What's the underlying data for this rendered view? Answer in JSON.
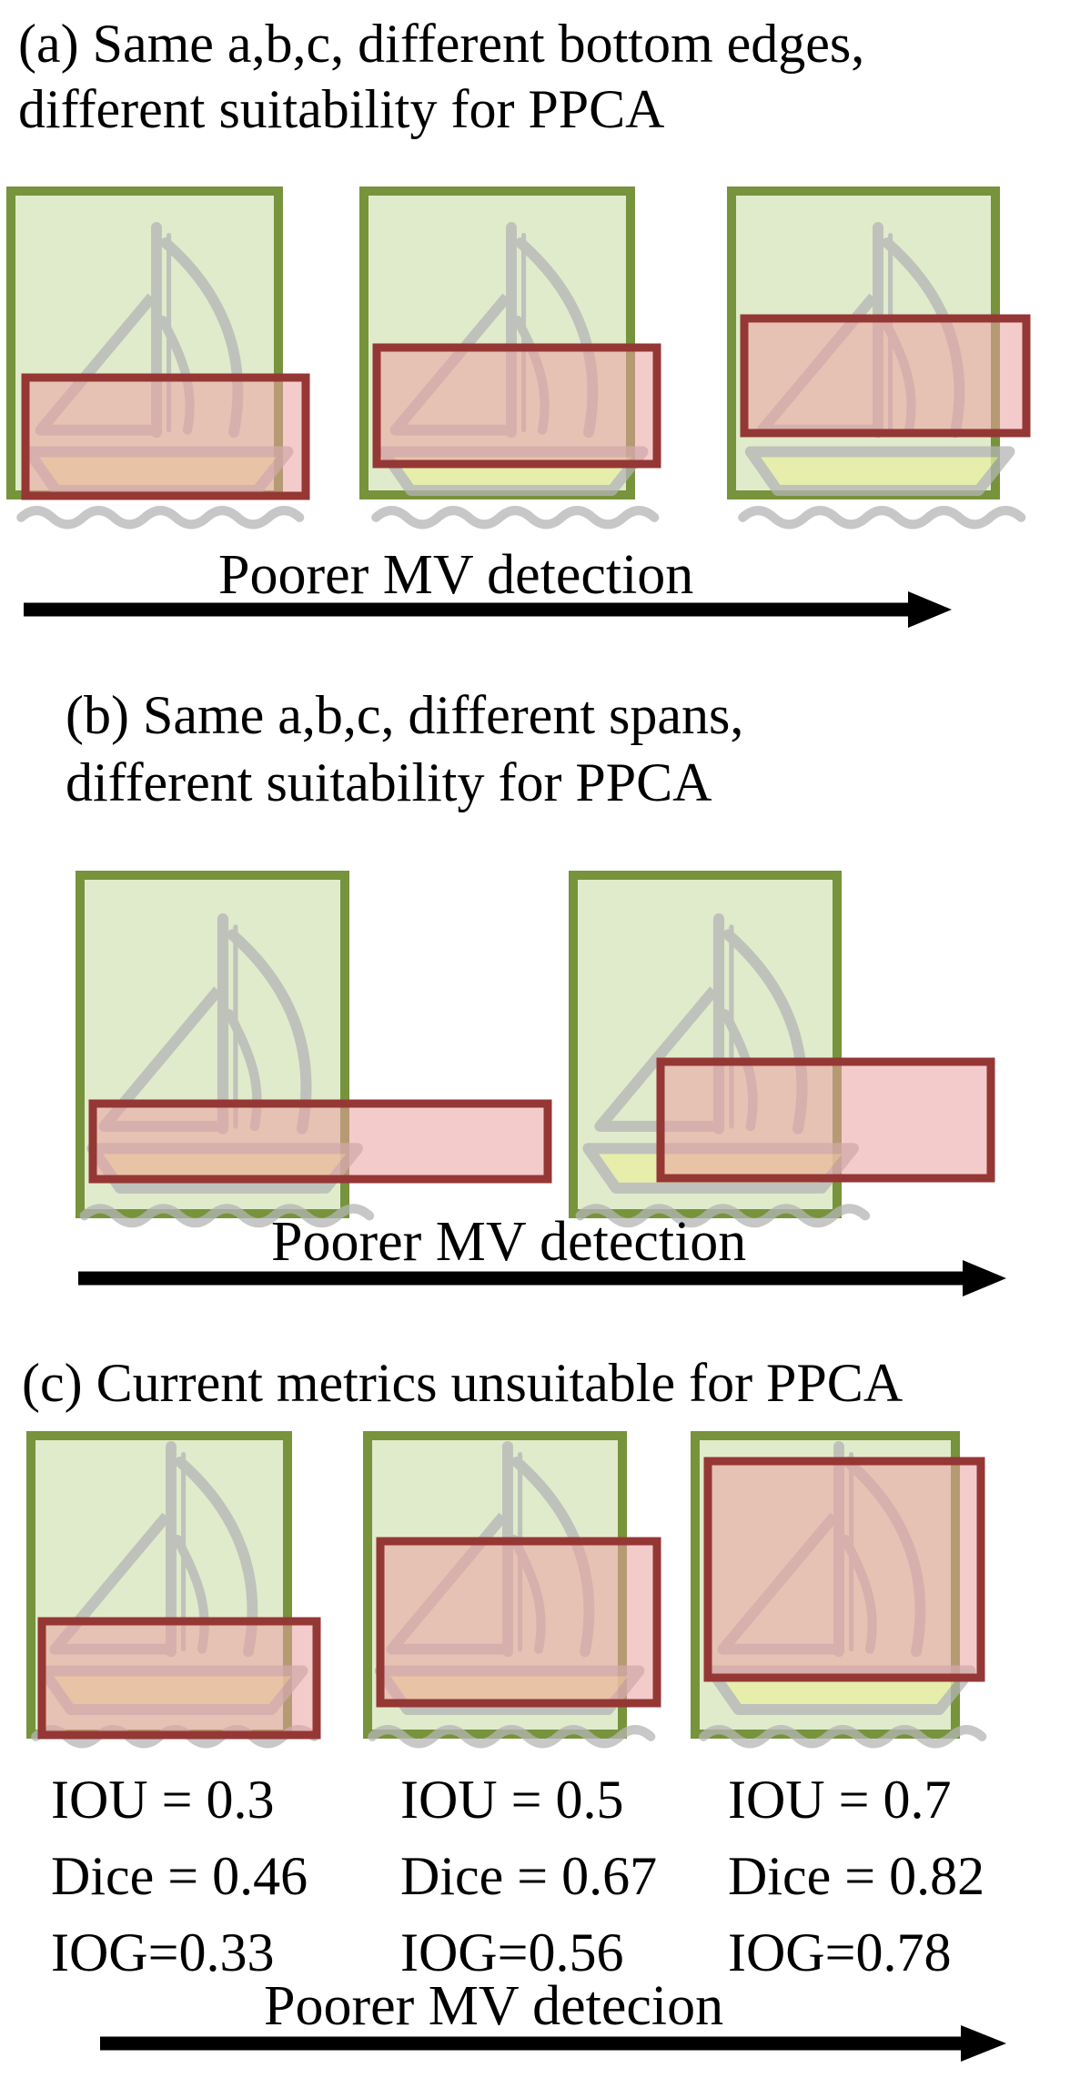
{
  "colors": {
    "ground_truth_fill": "#e0ebcc",
    "ground_truth_stroke": "#77933c",
    "detection_fill": "#eba0a0",
    "detection_stroke": "#953735",
    "boat_sketch": "#b5b5b5",
    "hull_yellow": "#eaf0a0",
    "arrow": "#000000"
  },
  "panel_a": {
    "caption_line1": "(a) Same a,b,c, different bottom edges,",
    "caption_line2": "different suitability for PPCA",
    "arrow_label": "Poorer MV detection"
  },
  "panel_b": {
    "caption_line1": "(b) Same a,b,c, different spans,",
    "caption_line2": "different suitability for PPCA",
    "arrow_label": "Poorer MV detection"
  },
  "panel_c": {
    "caption": "(c) Current metrics unsuitable for PPCA",
    "metrics": [
      {
        "iou": "IOU = 0.3",
        "dice": "Dice = 0.46",
        "iog": "IOG=0.33"
      },
      {
        "iou": "IOU = 0.5",
        "dice": "Dice = 0.67",
        "iog": "IOG=0.56"
      },
      {
        "iou": "IOU = 0.7",
        "dice": "Dice = 0.82",
        "iog": "IOG=0.78"
      }
    ],
    "arrow_label": "Poorer MV detecion"
  }
}
